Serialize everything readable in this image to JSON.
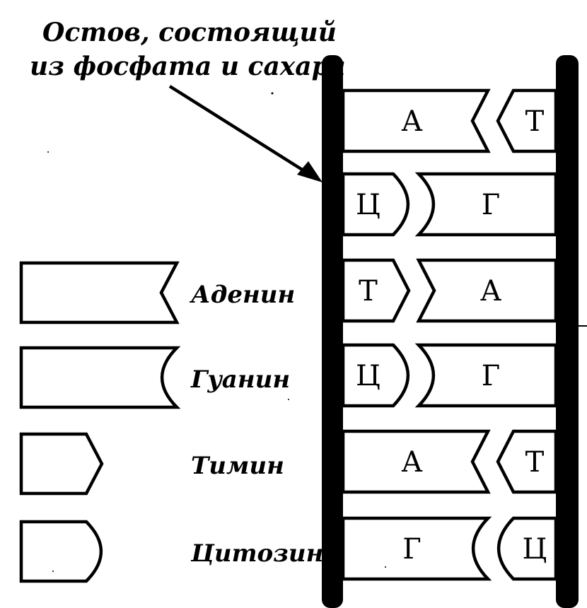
{
  "title": {
    "line1": "Остов, состоящий",
    "line2": "из фосфата и сахара"
  },
  "legend": [
    {
      "shape": "adenine",
      "label": "Аденин"
    },
    {
      "shape": "guanine",
      "label": "Гуанин"
    },
    {
      "shape": "thymine",
      "label": "Тимин"
    },
    {
      "shape": "cytosine",
      "label": "Цитозин"
    }
  ],
  "pairs": [
    {
      "left": "А",
      "right": "Т",
      "left_shape": "adenine",
      "right_shape": "thymine"
    },
    {
      "left": "Ц",
      "right": "Г",
      "left_shape": "cytosine",
      "right_shape": "guanine"
    },
    {
      "left": "Т",
      "right": "А",
      "left_shape": "thymine",
      "right_shape": "adenine"
    },
    {
      "left": "Ц",
      "right": "Г",
      "left_shape": "cytosine",
      "right_shape": "guanine"
    },
    {
      "left": "А",
      "right": "Т",
      "left_shape": "adenine",
      "right_shape": "thymine"
    },
    {
      "left": "Г",
      "right": "Ц",
      "left_shape": "guanine",
      "right_shape": "cytosine"
    }
  ],
  "colors": {
    "ink": "#000000",
    "paper": "#ffffff"
  }
}
